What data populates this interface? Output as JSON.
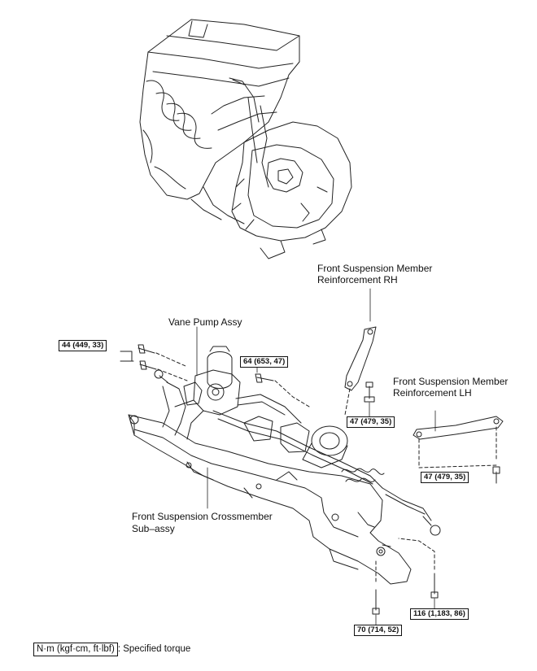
{
  "labels": {
    "reinf_rh_line1": "Front Suspension Member",
    "reinf_rh_line2": "Reinforcement RH",
    "reinf_lh_line1": "Front Suspension Member",
    "reinf_lh_line2": "Reinforcement LH",
    "vane_pump": "Vane Pump Assy",
    "crossmember_line1": "Front Suspension Crossmember",
    "crossmember_line2": "Sub–assy"
  },
  "torques": {
    "t44": "44 (449, 33)",
    "t64": "64 (653, 47)",
    "t47_rh": "47 (479, 35)",
    "t47_lh": "47 (479, 35)",
    "t116": "116 (1,183, 86)",
    "t70": "70 (714, 52)"
  },
  "legend": {
    "unit": "N·m (kgf·cm, ft·lbf)",
    "text": ": Specified torque"
  }
}
